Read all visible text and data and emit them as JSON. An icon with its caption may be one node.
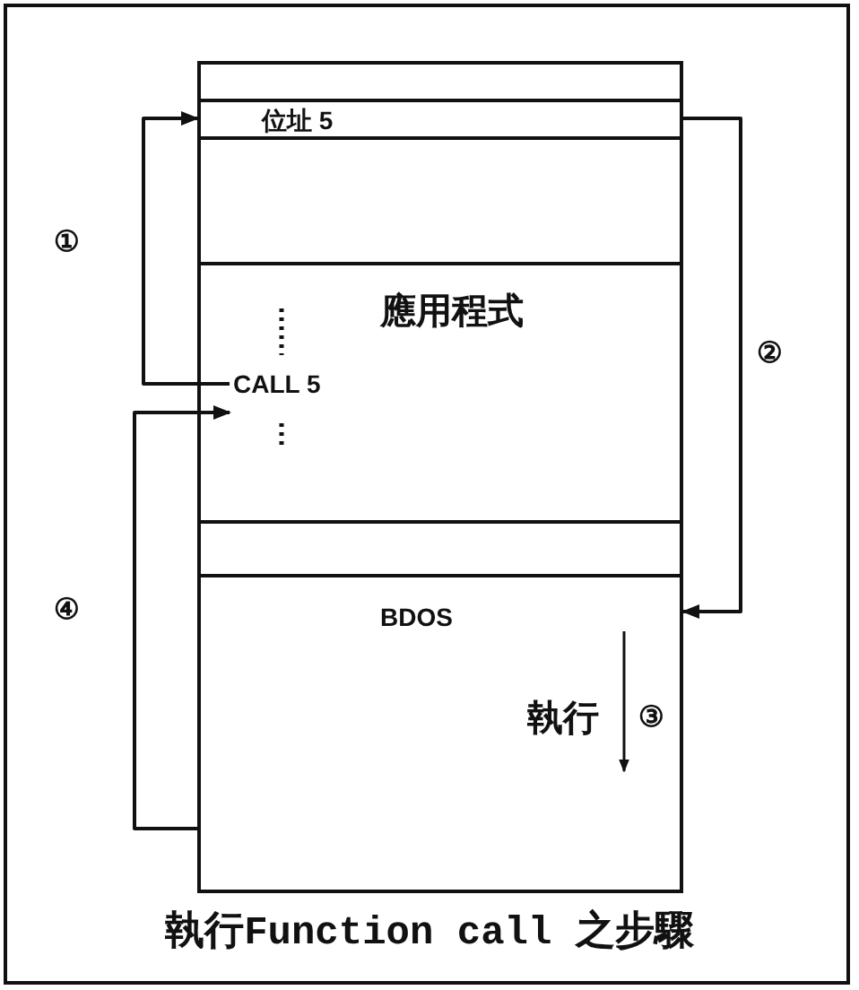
{
  "diagram": {
    "caption": "執行Function call 之步驟",
    "nodes": [
      {
        "text": [],
        "shape": "box"
      },
      {
        "text": [
          "位址 5"
        ]
      },
      {
        "text": [],
        "shape": "box"
      },
      {
        "text": [
          "應用程式"
        ]
      },
      {
        "text": [
          "CALL 5"
        ],
        "in": 3
      },
      {
        "text": [],
        "shape": "box"
      },
      {
        "text": [
          "BDOS"
        ]
      }
    ],
    "edges": [
      {
        "from": 4,
        "to": 1,
        "arrow": "to",
        "label": "①"
      },
      {
        "from": 1,
        "to": 6,
        "arrow": "to",
        "label": "②"
      },
      {
        "from": 6,
        "to": 4,
        "arrow": "to",
        "label": "④"
      }
    ],
    "labels": [
      "執行",
      "③"
    ]
  }
}
